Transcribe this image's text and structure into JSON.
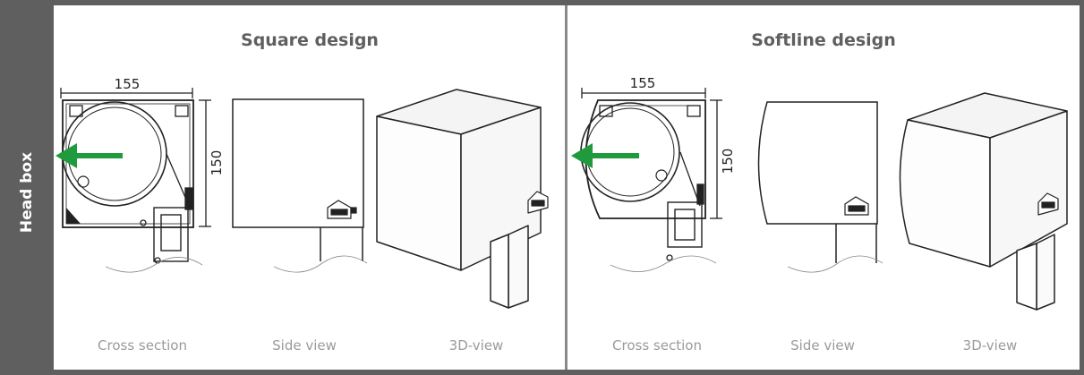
{
  "side_label": "Head box",
  "panels": [
    {
      "title": "Square design",
      "dims": {
        "width": "155",
        "height": "150"
      },
      "captions": [
        "Cross section",
        "Side view",
        "3D-view"
      ]
    },
    {
      "title": "Softline design",
      "dims": {
        "width": "155",
        "height": "150"
      },
      "captions": [
        "Cross section",
        "Side view",
        "3D-view"
      ]
    }
  ],
  "colors": {
    "frame": "#5f5f5f",
    "arrow": "#1f9a3c",
    "caption": "#9a9a9a"
  }
}
